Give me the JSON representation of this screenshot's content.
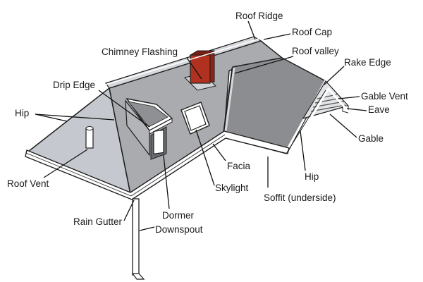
{
  "labels": {
    "roof_ridge": "Roof Ridge",
    "roof_cap": "Roof Cap",
    "chimney_flashing": "Chimney Flashing",
    "roof_valley": "Roof valley",
    "rake_edge": "Rake Edge",
    "drip_edge": "Drip Edge",
    "gable_vent": "Gable Vent",
    "eave": "Eave",
    "hip_left": "Hip",
    "gable": "Gable",
    "facia": "Facia",
    "skylight": "Skylight",
    "roof_vent": "Roof Vent",
    "hip_right": "Hip",
    "soffit": "Soffit (underside)",
    "rain_gutter": "Rain Gutter",
    "dormer": "Dormer",
    "downspout": "Downspout"
  },
  "colors": {
    "roof_slope_light": "#c6c9cf",
    "roof_slope_mid": "#a9abaf",
    "roof_slope_dark": "#8c8d91",
    "fascia_white": "#ffffff",
    "outline": "#1f1f1f",
    "chimney": "#b0311f",
    "chimney_top": "#7a1d12"
  }
}
